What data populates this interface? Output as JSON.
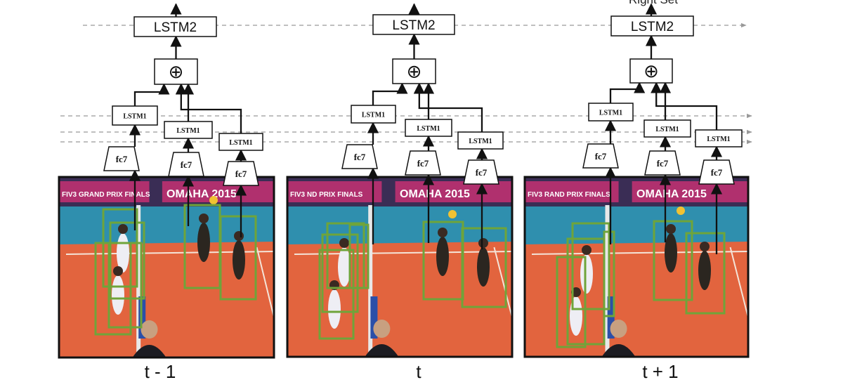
{
  "top_output_label": "Right Set",
  "frames": [
    {
      "time_label": "t - 1",
      "lstm2": "LSTM2",
      "pool_symbol": "⊕",
      "lstm1": [
        "LSTM1",
        "LSTM1",
        "LSTM1"
      ],
      "fc7": [
        "fc7",
        "fc7",
        "fc7"
      ],
      "banner_left": "FIV3 GRAND PRIX FINALS",
      "banner_right": "OMAHA 2015"
    },
    {
      "time_label": "t",
      "lstm2": "LSTM2",
      "pool_symbol": "⊕",
      "lstm1": [
        "LSTM1",
        "LSTM1",
        "LSTM1"
      ],
      "fc7": [
        "fc7",
        "fc7",
        "fc7"
      ],
      "banner_left": "FIV3 ND PRIX FINALS",
      "banner_right": "OMAHA 2015"
    },
    {
      "time_label": "t + 1",
      "lstm2": "LSTM2",
      "pool_symbol": "⊕",
      "lstm1": [
        "LSTM1",
        "LSTM1",
        "LSTM1"
      ],
      "fc7": [
        "fc7",
        "fc7",
        "fc7"
      ],
      "banner_left": "FIV3 RAND PRIX FINALS",
      "banner_right": "OMAHA 2015"
    }
  ],
  "colors": {
    "court": "#e2643e",
    "court_outer": "#2f8fae",
    "banner": "#b0306e",
    "bbox": "#6fa43a",
    "arrow": "#111111",
    "dashed": "#999999"
  }
}
